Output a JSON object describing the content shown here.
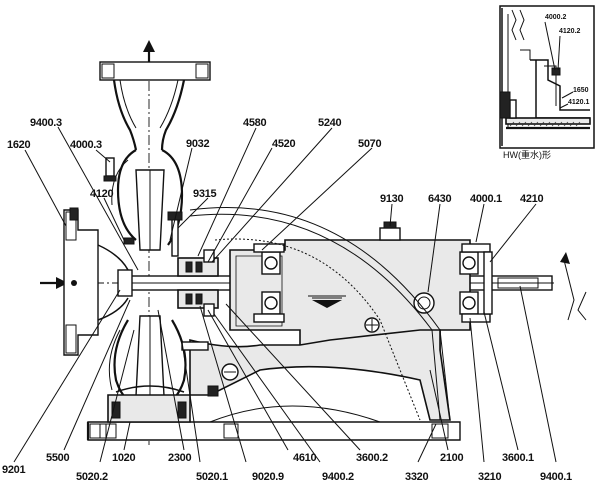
{
  "diagram": {
    "labels": {
      "l9400_3": "9400.3",
      "l1620": "1620",
      "l4000_3": "4000.3",
      "l4120": "4120",
      "l9032": "9032",
      "l4580": "4580",
      "l4520": "4520",
      "l5240": "5240",
      "l5070": "5070",
      "l9315": "9315",
      "l9130": "9130",
      "l6430": "6430",
      "l4000_1": "4000.1",
      "l4210": "4210",
      "l9201": "9201",
      "l5500": "5500",
      "l5020_2": "5020.2",
      "l1020": "1020",
      "l2300": "2300",
      "l5020_1": "5020.1",
      "l9020_9": "9020.9",
      "l4610": "4610",
      "l9400_2": "9400.2",
      "l3600_2": "3600.2",
      "l3320": "3320",
      "l2100": "2100",
      "l3210": "3210",
      "l3600_1": "3600.1",
      "l9400_1": "9400.1"
    },
    "inset": {
      "caption": "HW(重水)形",
      "labels": {
        "i4000_2": "4000.2",
        "i4120_2": "4120.2",
        "i1650": "1650",
        "i4120_1": "4120.1"
      }
    }
  }
}
